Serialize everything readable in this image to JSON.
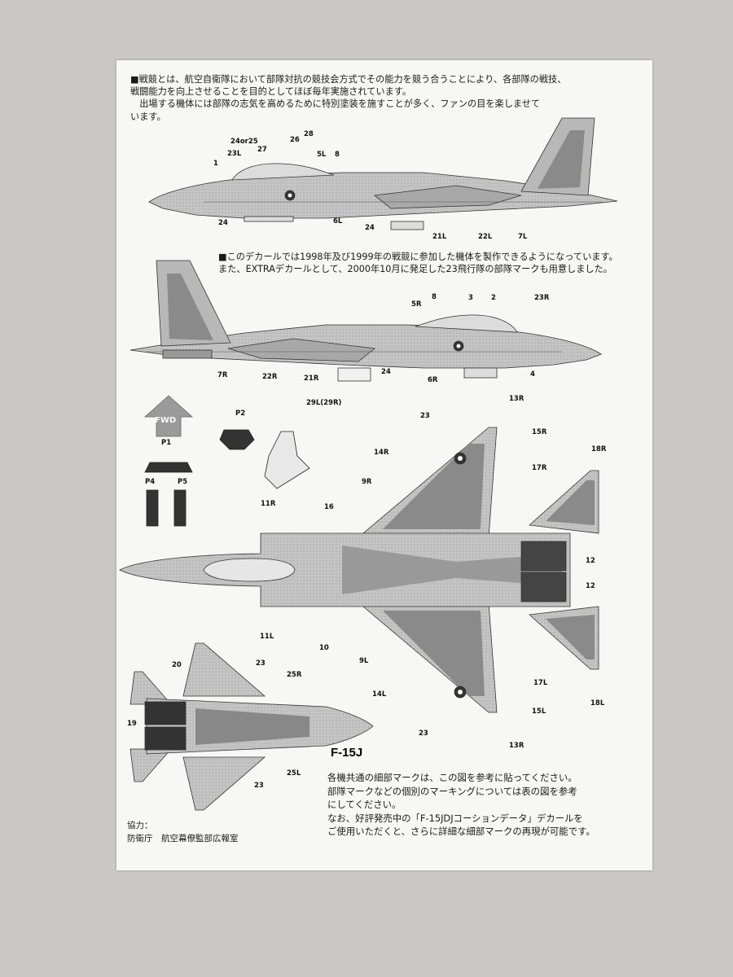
{
  "intro_lines": [
    "■戦競とは、航空自衛隊において部隊対抗の競技会方式でその能力を競う合うことにより、各部隊の戦技、",
    "戦闘能力を向上させることを目的としてほぼ毎年実施されています。",
    "　出場する機体には部隊の志気を高めるために特別塗装を施すことが多く、ファンの目を楽しませて",
    "います。"
  ],
  "mid_lines": [
    "■このデカールでは1998年及び1999年の戦競に参加した機体を製作できるようになっています。",
    "また、EXTRAデカールとして、2000年10月に発足した23飛行隊の部隊マークも用意しました。"
  ],
  "fwd_label": "FWD",
  "aircraft_title": "F-15J",
  "note_lines": [
    "各機共通の細部マークは、この図を参考に貼ってください。",
    "部隊マークなどの個別のマーキングについては表の図を参考",
    "にしてください。",
    "なお、好評発売中の「F-15JDJコーションデータ」デカールを",
    "ご使用いただくと、さらに詳細な細部マークの再現が可能です。"
  ],
  "credit_lines": [
    "協力：",
    "防衛庁　航空幕僚監部広報室"
  ],
  "side_left_callouts": [
    "1",
    "24or25",
    "23L",
    "27",
    "28",
    "26",
    "5L",
    "8",
    "6L",
    "24",
    "24",
    "21L",
    "22L",
    "7L"
  ],
  "side_right_callouts": [
    "5R",
    "8",
    "3",
    "2",
    "23R",
    "7R",
    "22R",
    "21R",
    "24",
    "6R",
    "4"
  ],
  "part_callouts": [
    "P2",
    "P1",
    "P4",
    "P5",
    "29L(29R)"
  ],
  "top_view_callouts": [
    "23",
    "13R",
    "15R",
    "18R",
    "14R",
    "17R",
    "9R",
    "16",
    "11R",
    "12",
    "12",
    "11L",
    "10",
    "9L",
    "14L",
    "17L",
    "15L",
    "18L",
    "23",
    "13R"
  ],
  "bottom_view_callouts": [
    "20",
    "23",
    "25R",
    "19",
    "25L",
    "23"
  ]
}
